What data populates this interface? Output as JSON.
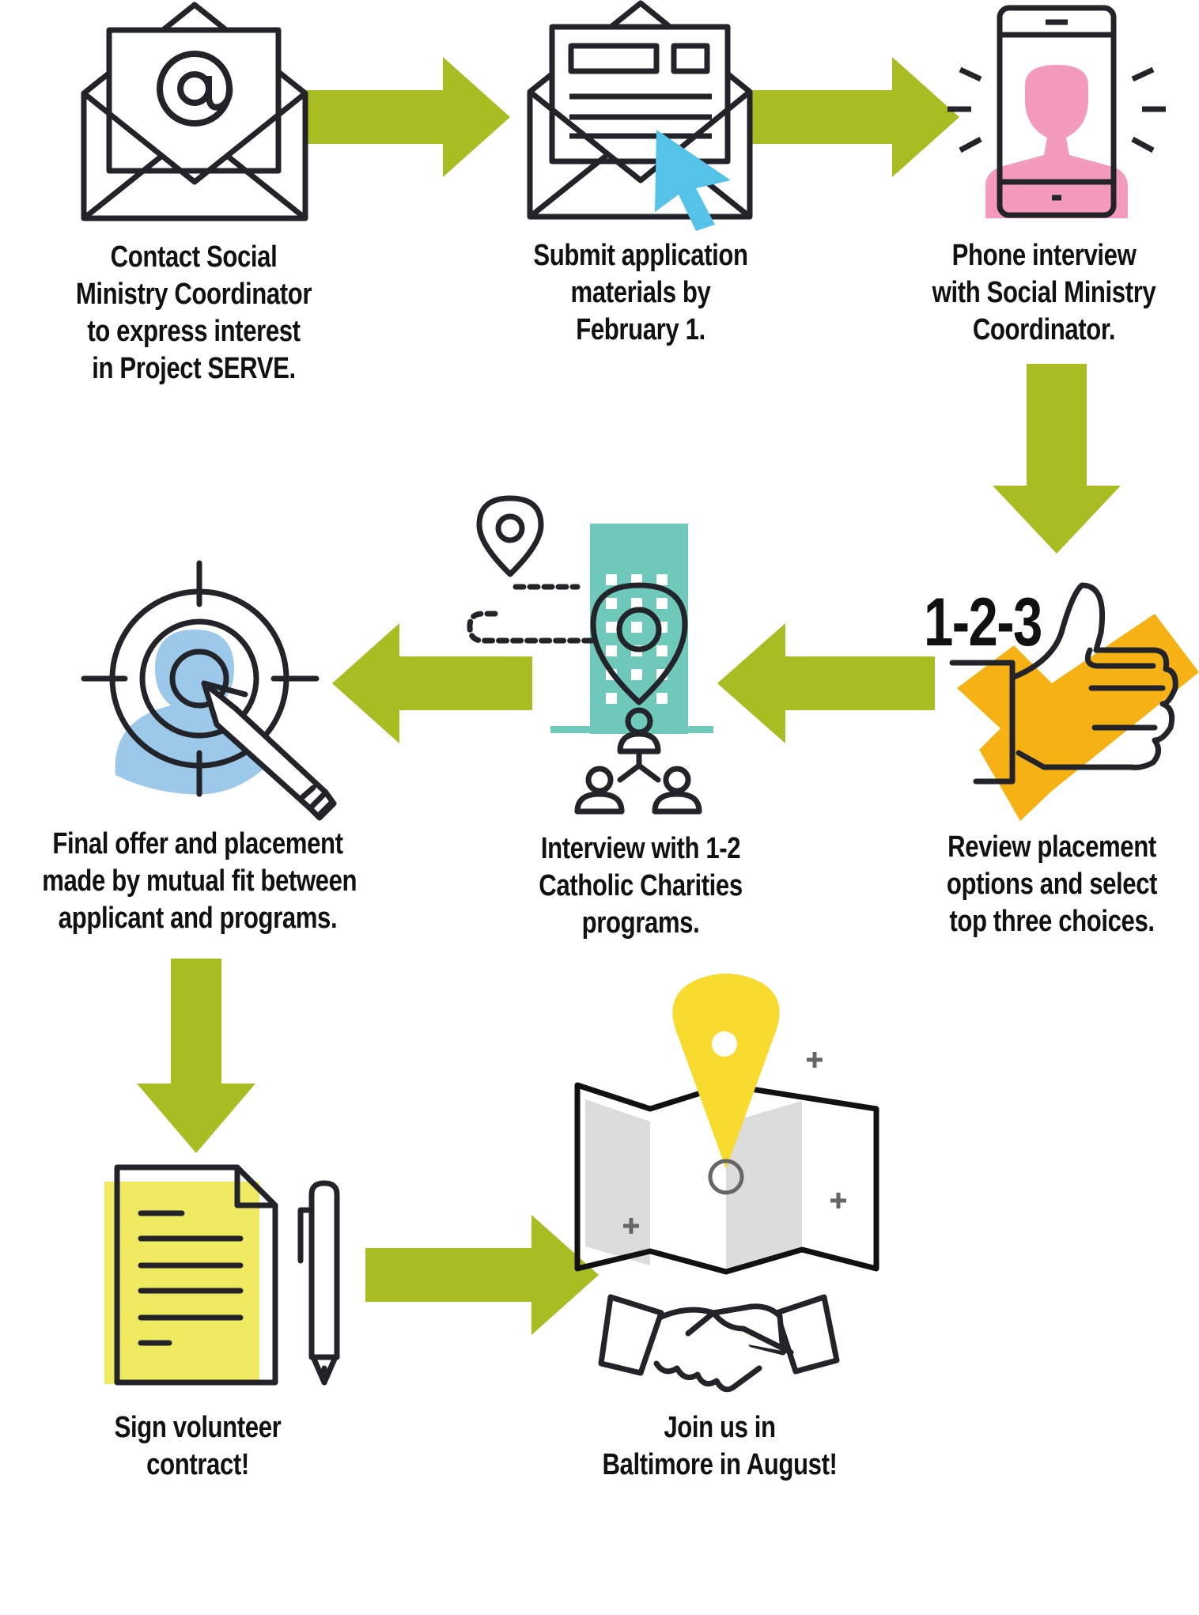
{
  "colors": {
    "arrow": "#a9bd22",
    "stroke": "#222429",
    "pink": "#f49bbd",
    "blue_cursor": "#55c2e8",
    "teal": "#6fc9bb",
    "light_blue": "#9cc8ea",
    "yellow_doc": "#f0ea62",
    "yellow_pin": "#f7dc2f",
    "orange": "#f6b215",
    "map_gray": "#dcdcdc"
  },
  "steps": [
    {
      "id": 1,
      "icon": "email-envelope-icon",
      "lines": [
        "Contact Social",
        "Ministry Coordinator",
        "to express interest",
        "in Project SERVE."
      ]
    },
    {
      "id": 2,
      "icon": "application-envelope-icon",
      "lines": [
        "Submit application",
        "materials by",
        "February 1."
      ]
    },
    {
      "id": 3,
      "icon": "smartphone-person-icon",
      "lines": [
        "Phone interview",
        "with Social Ministry",
        "Coordinator."
      ]
    },
    {
      "id": 4,
      "icon": "thumbs-up-check-icon",
      "badge": "1-2-3",
      "lines": [
        "Review placement",
        "options and select",
        "top three choices."
      ]
    },
    {
      "id": 5,
      "icon": "building-location-people-icon",
      "lines": [
        "Interview with 1-2",
        "Catholic Charities",
        "programs."
      ]
    },
    {
      "id": 6,
      "icon": "target-pencil-icon",
      "lines": [
        "Final offer and placement",
        "made by mutual fit between",
        "applicant and programs."
      ]
    },
    {
      "id": 7,
      "icon": "document-pen-icon",
      "lines": [
        "Sign volunteer",
        "contract!"
      ]
    },
    {
      "id": 8,
      "icon": "map-handshake-icon",
      "lines": [
        "Join us in",
        "Baltimore in August!"
      ]
    }
  ]
}
